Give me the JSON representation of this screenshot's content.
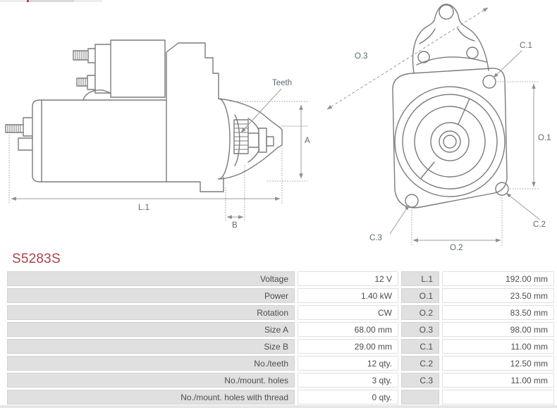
{
  "part_number": "S5283S",
  "colors": {
    "part_number_red": "#ab4249",
    "table_label_bg": "#e0e0e0",
    "drawing_line": "#7b7b7b",
    "dimension_line": "#9c9c9c",
    "label_text": "#5d696e"
  },
  "drawing": {
    "labels": {
      "teeth": "Teeth",
      "a": "A",
      "l1": "L.1",
      "b": "B",
      "o3": "O.3",
      "c1": "C.1",
      "o1": "O.1",
      "c2": "C.2",
      "c3": "C.3",
      "o2": "O.2"
    }
  },
  "table": {
    "rows": [
      {
        "label": "Voltage",
        "value": "12 V",
        "dim": "L.1",
        "dim_value": "192.00 mm"
      },
      {
        "label": "Power",
        "value": "1.40 kW",
        "dim": "O.1",
        "dim_value": "23.50 mm"
      },
      {
        "label": "Rotation",
        "value": "CW",
        "dim": "O.2",
        "dim_value": "83.50 mm"
      },
      {
        "label": "Size A",
        "value": "68.00 mm",
        "dim": "O.3",
        "dim_value": "98.00 mm"
      },
      {
        "label": "Size B",
        "value": "29.00 mm",
        "dim": "C.1",
        "dim_value": "11.00 mm"
      },
      {
        "label": "No./teeth",
        "value": "12 qty.",
        "dim": "C.2",
        "dim_value": "12.50 mm"
      },
      {
        "label": "No./mount. holes",
        "value": "3 qty.",
        "dim": "C.3",
        "dim_value": "11.00 mm"
      },
      {
        "label": "No./mount. holes with thread",
        "value": "0 qty.",
        "dim": "",
        "dim_value": ""
      }
    ]
  }
}
